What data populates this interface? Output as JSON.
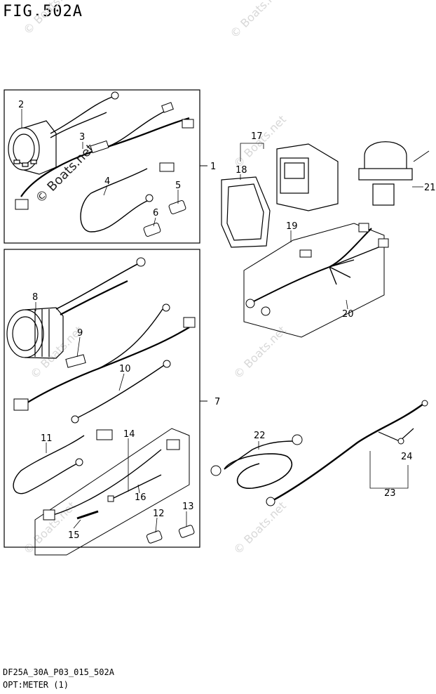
{
  "figure": {
    "title": "FIG.502A",
    "drawing_code": "DF25A_30A_P03_015_502A",
    "caption": "OPT:METER (1)"
  },
  "watermark": "© Boats.net",
  "callouts": [
    "1",
    "2",
    "3",
    "4",
    "5",
    "6",
    "7",
    "8",
    "9",
    "10",
    "11",
    "12",
    "13",
    "14",
    "15",
    "16",
    "17",
    "18",
    "19",
    "20",
    "21",
    "22",
    "23",
    "24"
  ]
}
